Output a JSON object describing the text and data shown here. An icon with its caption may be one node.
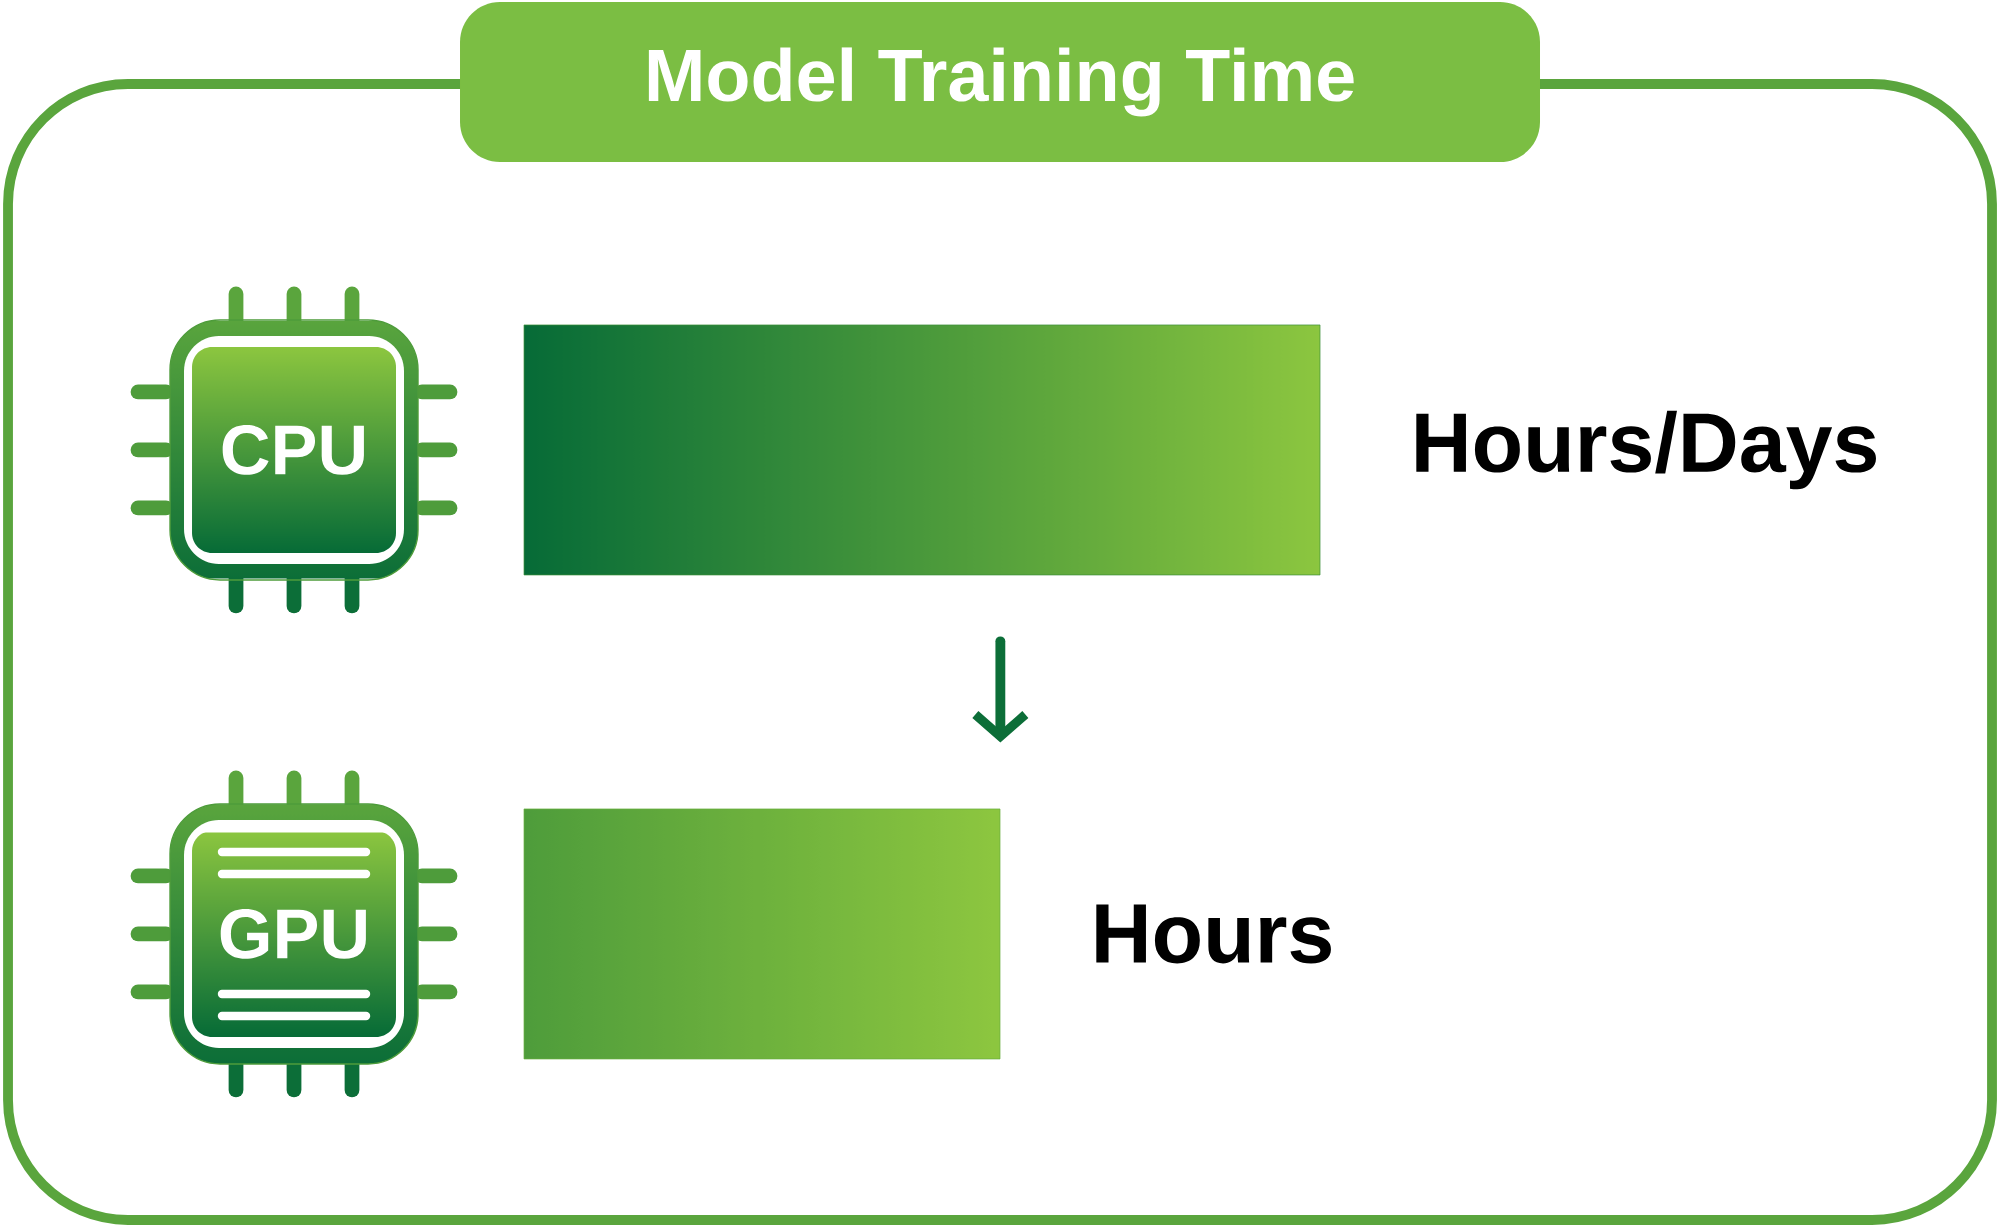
{
  "diagram": {
    "title": "Model Training Time",
    "nodes": [
      {
        "text": [
          "CPU"
        ]
      },
      {
        "text": [],
        "shape": "bar",
        "beside": [
          "Hours/Days"
        ]
      },
      {
        "text": [
          "GPU"
        ]
      },
      {
        "text": [],
        "shape": "bar",
        "beside": [
          "Hours"
        ]
      }
    ],
    "edges": [
      {
        "from": 1,
        "to": 3,
        "arrow": "to"
      }
    ]
  }
}
